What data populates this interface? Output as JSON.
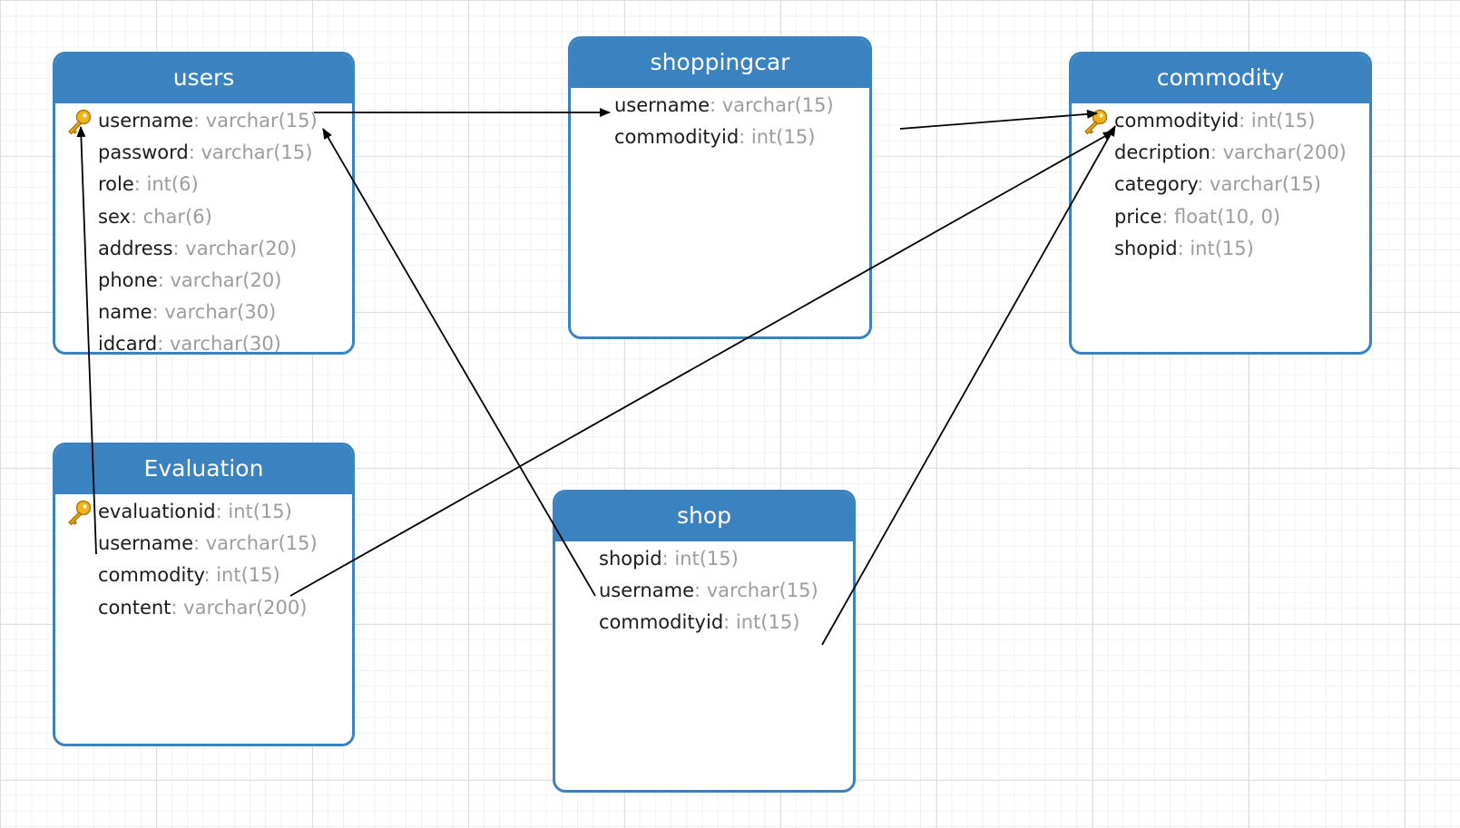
{
  "colors": {
    "header": "#3b83c0",
    "border": "#3b83c0",
    "field_name": "#1b1b1b",
    "field_type": "#9c9c9c"
  },
  "entities": {
    "users": {
      "title": "users",
      "fields": [
        {
          "name": "username",
          "type": ": varchar(15)",
          "key": true
        },
        {
          "name": "password",
          "type": ": varchar(15)"
        },
        {
          "name": "role",
          "type": ": int(6)"
        },
        {
          "name": "sex",
          "type": ": char(6)"
        },
        {
          "name": "address",
          "type": ": varchar(20)"
        },
        {
          "name": "phone",
          "type": ": varchar(20)"
        },
        {
          "name": "name",
          "type": ": varchar(30)"
        },
        {
          "name": "idcard",
          "type": ": varchar(30)"
        }
      ]
    },
    "shoppingcar": {
      "title": "shoppingcar",
      "fields": [
        {
          "name": "username",
          "type": ": varchar(15)"
        },
        {
          "name": "commodityid",
          "type": ": int(15)"
        }
      ]
    },
    "commodity": {
      "title": "commodity",
      "fields": [
        {
          "name": "commodityid",
          "type": ": int(15)",
          "key": true
        },
        {
          "name": "decription",
          "type": ": varchar(200)"
        },
        {
          "name": "category",
          "type": ": varchar(15)"
        },
        {
          "name": "price",
          "type": ": float(10, 0)"
        },
        {
          "name": "shopid",
          "type": ": int(15)"
        }
      ]
    },
    "evaluation": {
      "title": "Evaluation",
      "fields": [
        {
          "name": "evaluationid",
          "type": ": int(15)",
          "key": true
        },
        {
          "name": "username",
          "type": ": varchar(15)"
        },
        {
          "name": "commodity",
          "type": ": int(15)"
        },
        {
          "name": "content",
          "type": ": varchar(200)"
        }
      ]
    },
    "shop": {
      "title": "shop",
      "fields": [
        {
          "name": "shopid",
          "type": ": int(15)"
        },
        {
          "name": "username",
          "type": ": varchar(15)"
        },
        {
          "name": "commodityid",
          "type": ": int(15)"
        }
      ]
    }
  }
}
